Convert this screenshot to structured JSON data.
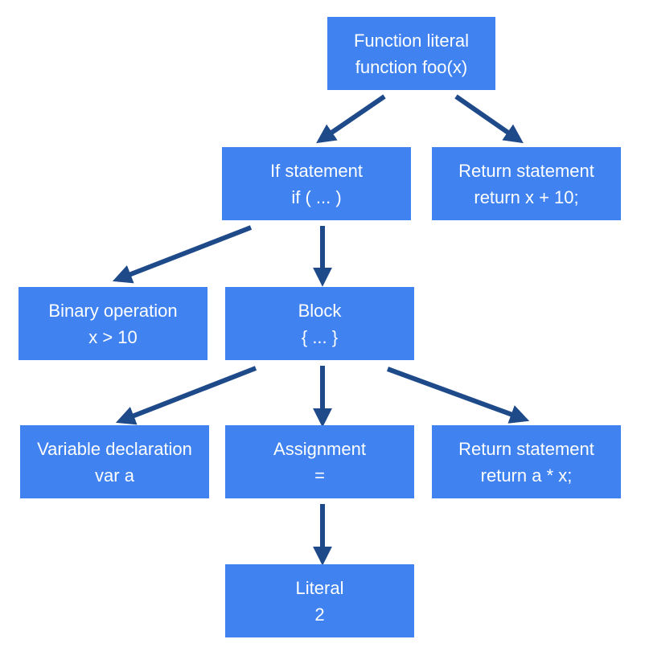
{
  "colors": {
    "node_fill": "#3f82f0",
    "node_text": "#ffffff",
    "arrow": "#1f4a8a"
  },
  "nodes": {
    "function_literal": {
      "title": "Function literal",
      "detail": "function foo(x)"
    },
    "if_statement": {
      "title": "If statement",
      "detail": "if ( ... )"
    },
    "return_statement_top": {
      "title": "Return statement",
      "detail": "return x + 10;"
    },
    "binary_operation": {
      "title": "Binary operation",
      "detail": "x > 10"
    },
    "block": {
      "title": "Block",
      "detail": "{ ... }"
    },
    "variable_declaration": {
      "title": "Variable declaration",
      "detail": "var a"
    },
    "assignment": {
      "title": "Assignment",
      "detail": "="
    },
    "return_statement_bottom": {
      "title": "Return statement",
      "detail": "return a * x;"
    },
    "literal": {
      "title": "Literal",
      "detail": "2"
    }
  }
}
